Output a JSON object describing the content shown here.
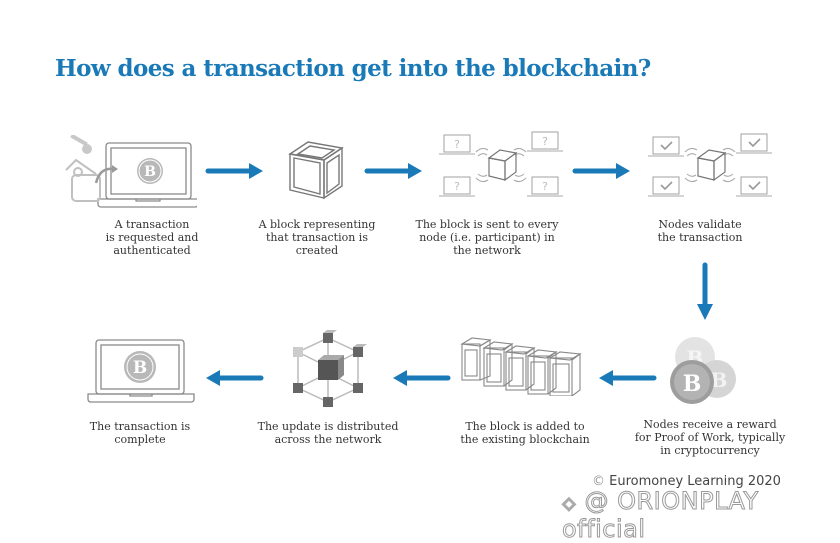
{
  "title": "How does a transaction get into the blockchain?",
  "colors": {
    "accent": "#1a7ab8",
    "icon_gray": "#8a8a8a",
    "text": "#333333"
  },
  "steps": [
    {
      "icon": "laptop-bitcoin-wallet-key-icon",
      "caption_lines": [
        "A transaction",
        "is requested and",
        "authenticated"
      ]
    },
    {
      "icon": "block-cube-icon",
      "caption_lines": [
        "A block representing",
        "that transaction is",
        "created"
      ]
    },
    {
      "icon": "block-broadcast-nodes-question-icon",
      "caption_lines": [
        "The block is sent to every",
        "node (i.e. participant) in",
        "the network"
      ]
    },
    {
      "icon": "block-broadcast-nodes-check-icon",
      "caption_lines": [
        "Nodes validate",
        "the transaction"
      ]
    },
    {
      "icon": "bitcoin-coins-icon",
      "caption_lines": [
        "Nodes receive a reward",
        "for Proof of Work, typically",
        "in cryptocurrency"
      ]
    },
    {
      "icon": "blockchain-cubes-icon",
      "caption_lines": [
        "The block is added to",
        "the existing blockchain"
      ]
    },
    {
      "icon": "network-cube-icon",
      "caption_lines": [
        "The update is distributed",
        "across the network"
      ]
    },
    {
      "icon": "laptop-bitcoin-icon",
      "caption_lines": [
        "The transaction is",
        "complete"
      ]
    }
  ],
  "footer": {
    "copyright_symbol": "©",
    "copyright": "Euromoney Learning 2020",
    "watermark": "@ ORIONPLAY official"
  }
}
